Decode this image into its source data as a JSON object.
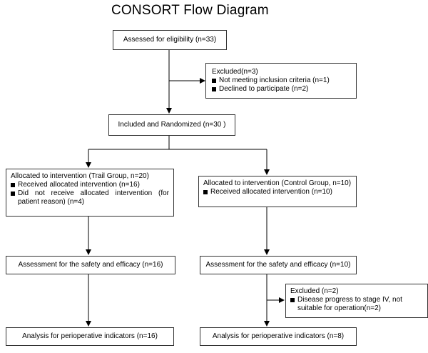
{
  "title": "CONSORT Flow Diagram",
  "boxes": {
    "assessed": "Assessed for eligibility (n=33)",
    "excluded1": {
      "header": "Excluded(n=3)",
      "bullets": [
        "Not meeting inclusion criteria (n=1)",
        "Declined to participate (n=2)"
      ]
    },
    "randomized": "Included and Randomized (n=30 )",
    "trail_alloc": {
      "header": "Allocated to intervention (Trail Group, n=20)",
      "bullets": [
        "Received allocated intervention (n=16)",
        "Did not receive allocated intervention (for patient reason) (n=4)"
      ]
    },
    "control_alloc": {
      "header": "Allocated to intervention (Control Group, n=10)",
      "bullets": [
        "Received allocated intervention (n=10)"
      ]
    },
    "trail_assess": "Assessment for the safety and efficacy (n=16)",
    "control_assess": "Assessment for the safety and efficacy (n=10)",
    "excluded2": {
      "header": "Excluded (n=2)",
      "bullets": [
        "Disease progress to stage IV, not suitable for operation(n=2)"
      ]
    },
    "trail_analysis": "Analysis for perioperative indicators (n=16)",
    "control_analysis": "Analysis for perioperative indicators (n=8)"
  }
}
